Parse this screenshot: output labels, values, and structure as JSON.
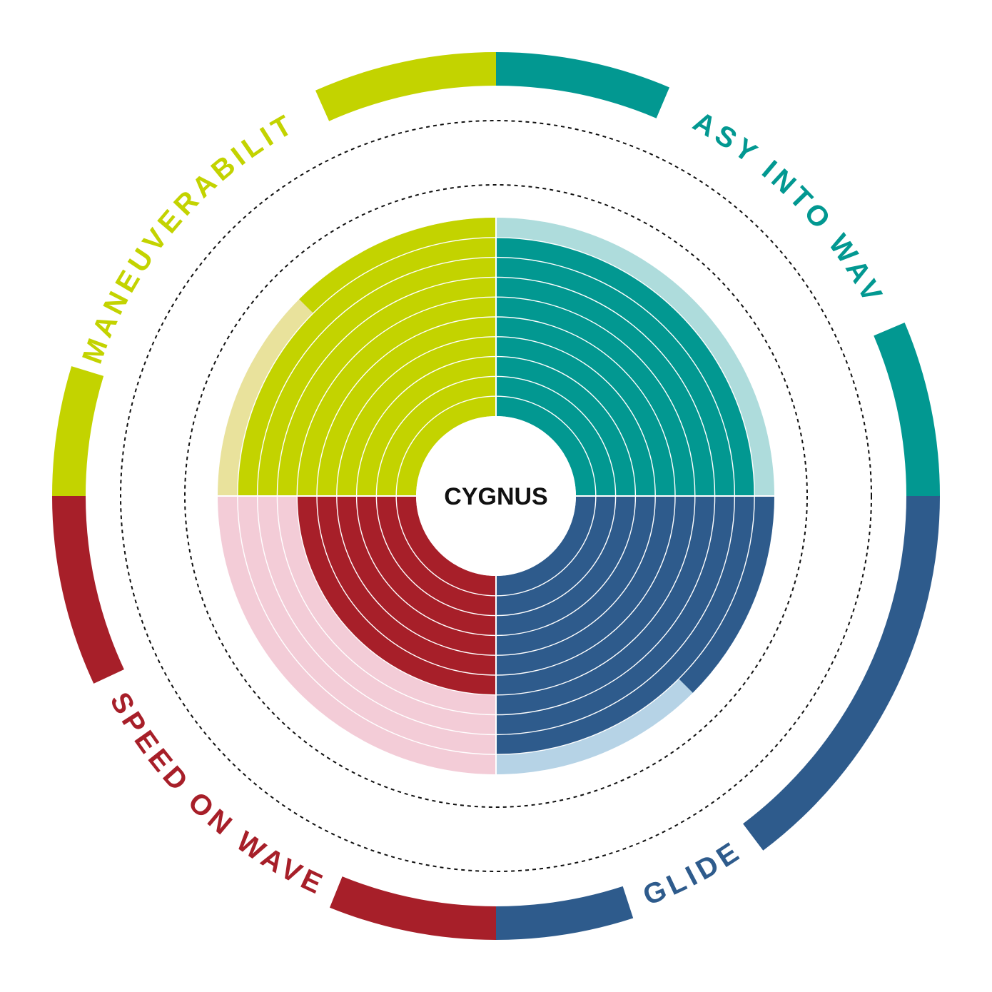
{
  "chart_data": {
    "type": "radial-bar",
    "title": "CYGNUS",
    "scale_max": 10,
    "series": [
      {
        "name": "EASY INTO WAVE",
        "value": 9,
        "color": "#029891",
        "light_color": "#aedcdc"
      },
      {
        "name": "GLIDE",
        "value": 9.5,
        "color": "#2e5b8c",
        "light_color": "#b6d3e6"
      },
      {
        "name": "SPEED ON WAVE",
        "value": 6,
        "color": "#a71f29",
        "light_color": "#f3ccd7"
      },
      {
        "name": "MANEUVERABILITY",
        "value": 9.5,
        "color": "#c3d300",
        "light_color": "#e9e29c"
      }
    ]
  }
}
